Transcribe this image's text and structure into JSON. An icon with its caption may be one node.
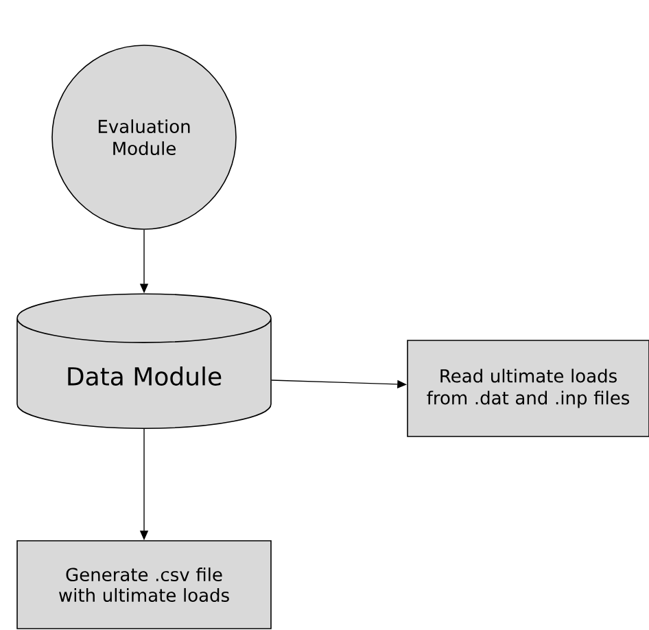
{
  "diagram": {
    "nodes": [
      {
        "text": [
          "Evaluation Module"
        ]
      },
      {
        "text": [
          "Data Module"
        ]
      },
      {
        "text": [
          "Read ultimate loads from .dat and .inp files"
        ]
      },
      {
        "text": [
          "Generate .csv file with ultimate loads"
        ]
      }
    ],
    "edges": [
      {
        "from": 0,
        "to": 1,
        "arrow": "to"
      },
      {
        "from": 1,
        "to": 2,
        "arrow": "to"
      },
      {
        "from": 1,
        "to": 3,
        "arrow": "to"
      }
    ]
  }
}
